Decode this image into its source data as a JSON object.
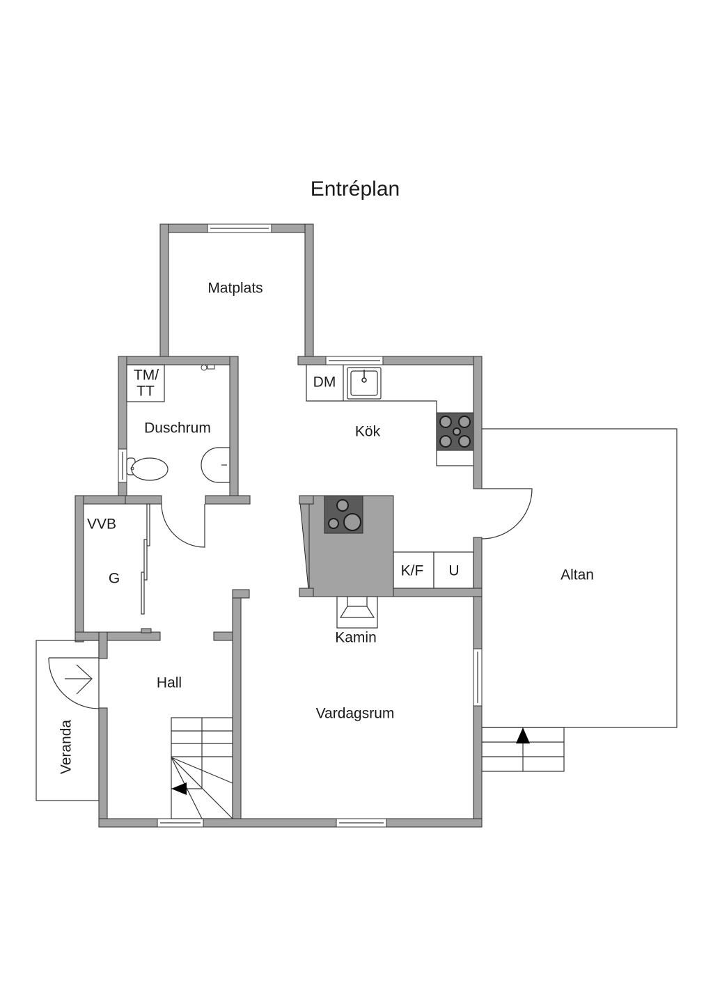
{
  "title": "Entréplan",
  "colors": {
    "wall": "#a3a3a3",
    "outline": "#2b2b2b",
    "hob": "#5a5a5a",
    "background": "#ffffff"
  },
  "rooms": {
    "matplats": "Matplats",
    "duschrum": "Duschrum",
    "tm_tt_line1": "TM/",
    "tm_tt_line2": "TT",
    "dm": "DM",
    "kok": "Kök",
    "vvb": "VVB",
    "g": "G",
    "kf": "K/F",
    "u": "U",
    "altan": "Altan",
    "kamin": "Kamin",
    "hall": "Hall",
    "vardagsrum": "Vardagsrum",
    "veranda": "Veranda"
  },
  "icons": {
    "sink": "kitchen-sink",
    "stove": "stove-4-burner",
    "island_hob": "island-hob-3-burner",
    "toilet": "toilet",
    "washbasin": "washbasin",
    "shower": "shower-mixer",
    "fireplace": "fireplace",
    "stairs_arrow": "arrow-left",
    "deck_stairs_arrow": "arrow-up",
    "entry_arrow": "arrow-right"
  }
}
